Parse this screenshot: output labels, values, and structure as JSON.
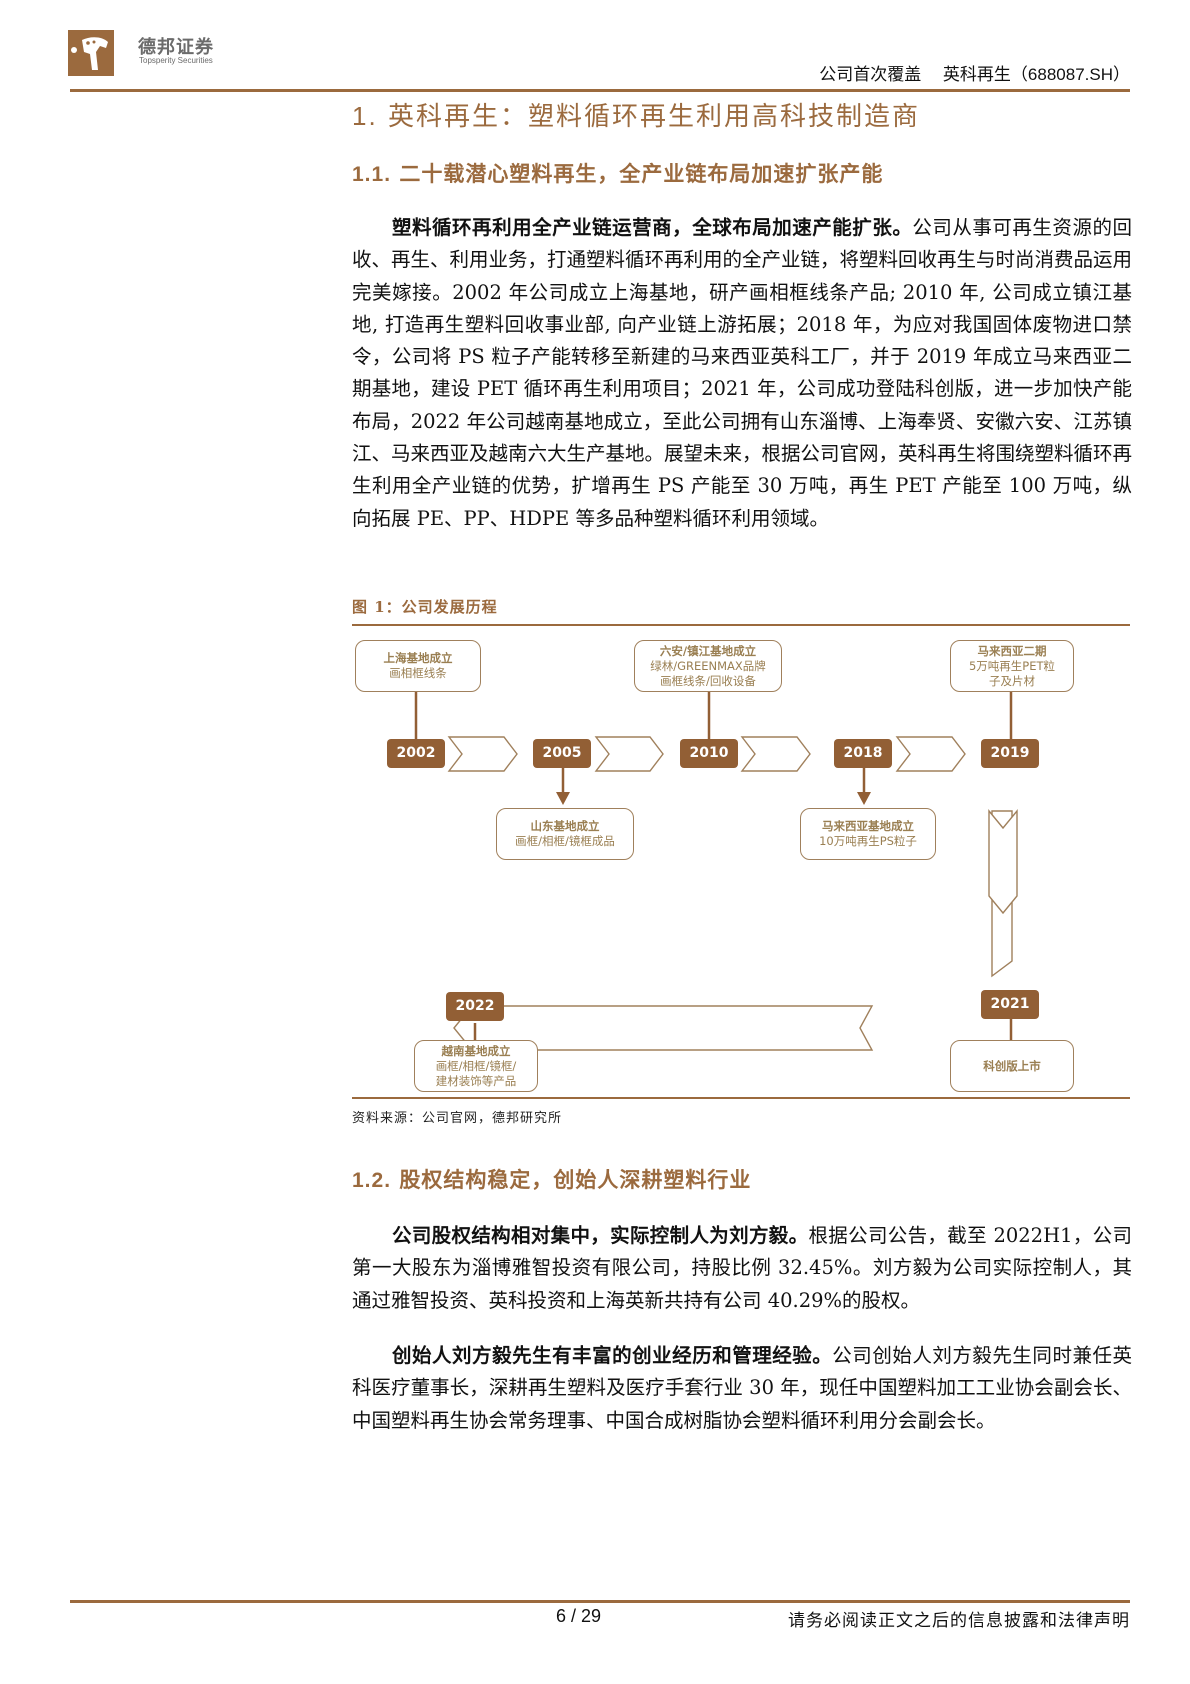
{
  "header": {
    "brand_name": "德邦证券",
    "brand_en": "Topsperity Securities",
    "report_type": "公司首次覆盖",
    "company": "英科再生",
    "stock_code": "（688087.SH）"
  },
  "section1": {
    "number": "1.",
    "title": "英科再生：塑料循环再生利用高科技制造商"
  },
  "section1_1": {
    "number": "1.1.",
    "title": "二十载潜心塑料再生，全产业链布局加速扩张产能",
    "paragraph_bold": "塑料循环再利用全产业链运营商，全球布局加速产能扩张。",
    "paragraph_text": "公司从事可再生资源的回收、再生、利用业务，打通塑料循环再利用的全产业链，将塑料回收再生与时尚消费品运用完美嫁接。2002 年公司成立上海基地，研产画相框线条产品; 2010 年, 公司成立镇江基地, 打造再生塑料回收事业部, 向产业链上游拓展；2018 年，为应对我国固体废物进口禁令，公司将 PS 粒子产能转移至新建的马来西亚英科工厂，并于 2019 年成立马来西亚二期基地，建设 PET 循环再生利用项目；2021 年，公司成功登陆科创版，进一步加快产能布局，2022 年公司越南基地成立，至此公司拥有山东淄博、上海奉贤、安徽六安、江苏镇江、马来西亚及越南六大生产基地。展望未来，根据公司官网，英科再生将围绕塑料循环再生利用全产业链的优势，扩增再生 PS 产能至 30 万吨，再生 PET 产能至 100 万吨，纵向拓展 PE、PP、HDPE 等多品种塑料循环利用领域。"
  },
  "figure1": {
    "title": "图 1：公司发展历程",
    "source": "资料来源：公司官网，德邦研究所",
    "years": [
      "2002",
      "2005",
      "2010",
      "2018",
      "2019",
      "2021",
      "2022"
    ],
    "events": {
      "e2002": {
        "title": "上海基地成立",
        "lines": [
          "画相框线条"
        ]
      },
      "e2005": {
        "title": "山东基地成立",
        "lines": [
          "画框/相框/镜框成品"
        ]
      },
      "e2010": {
        "title": "六安/镇江基地成立",
        "lines": [
          "绿林/GREENMAX品牌",
          "画框线条/回收设备"
        ]
      },
      "e2018": {
        "title": "马来西亚基地成立",
        "lines": [
          "10万吨再生PS粒子"
        ]
      },
      "e2019": {
        "title": "马来西亚二期",
        "lines": [
          "5万吨再生PET粒",
          "子及片材"
        ]
      },
      "e2021": {
        "title": "",
        "lines": [
          "科创版上市"
        ]
      },
      "e2022": {
        "title": "越南基地成立",
        "lines": [
          "画框/相框/镜框/",
          "建材装饰等产品"
        ]
      }
    },
    "colors": {
      "accent": "#925f35",
      "box_border": "#a0805c",
      "box_text": "#9a7f52"
    }
  },
  "section1_2": {
    "number": "1.2.",
    "title": "股权结构稳定，创始人深耕塑料行业",
    "p1_bold": "公司股权结构相对集中，实际控制人为刘方毅。",
    "p1_text": "根据公司公告，截至 2022H1，公司第一大股东为淄博雅智投资有限公司，持股比例 32.45%。刘方毅为公司实际控制人，其通过雅智投资、英科投资和上海英新共持有公司 40.29%的股权。",
    "p2_bold": "创始人刘方毅先生有丰富的创业经历和管理经验。",
    "p2_text": "公司创始人刘方毅先生同时兼任英科医疗董事长，深耕再生塑料及医疗手套行业 30 年，现任中国塑料加工工业协会副会长、中国塑料再生协会常务理事、中国合成树脂协会塑料循环利用分会副会长。"
  },
  "footer": {
    "page": "6 / 29",
    "disclaimer": "请务必阅读正文之后的信息披露和法律声明"
  },
  "colors": {
    "brand": "#9b6a3e",
    "text": "#111111"
  }
}
